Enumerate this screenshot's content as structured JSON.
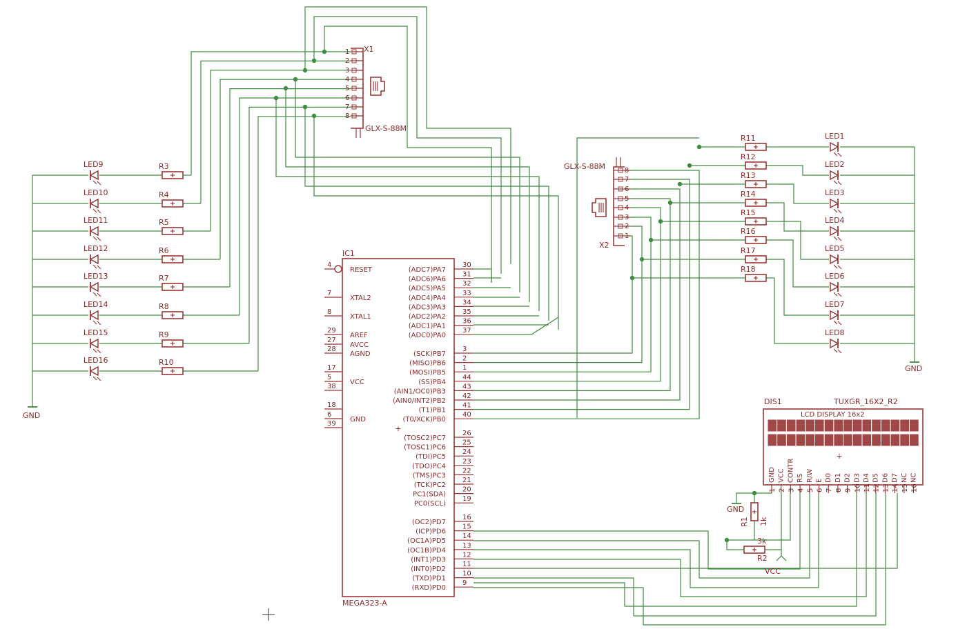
{
  "ic1": {
    "name": "IC1",
    "value": "MEGA323-A",
    "left_pins": [
      {
        "num": "4",
        "label": "RESET"
      },
      {
        "num": "7",
        "label": "XTAL2"
      },
      {
        "num": "8",
        "label": "XTAL1"
      },
      {
        "num": "29",
        "label": "AREF"
      },
      {
        "num": "27",
        "label": "AVCC"
      },
      {
        "num": "28",
        "label": "AGND"
      },
      {
        "num": "17",
        "label": ""
      },
      {
        "num": "5",
        "label": "VCC"
      },
      {
        "num": "38",
        "label": ""
      },
      {
        "num": "18",
        "label": ""
      },
      {
        "num": "6",
        "label": "GND"
      },
      {
        "num": "39",
        "label": ""
      }
    ],
    "right_pins": [
      {
        "num": "30",
        "label": "(ADC7)PA7"
      },
      {
        "num": "31",
        "label": "(ADC6)PA6"
      },
      {
        "num": "32",
        "label": "(ADC5)PA5"
      },
      {
        "num": "33",
        "label": "(ADC4)PA4"
      },
      {
        "num": "34",
        "label": "(ADC3)PA3"
      },
      {
        "num": "35",
        "label": "(ADC2)PA2"
      },
      {
        "num": "36",
        "label": "(ADC1)PA1"
      },
      {
        "num": "37",
        "label": "(ADC0)PA0"
      },
      {
        "num": "3",
        "label": "(SCK)PB7"
      },
      {
        "num": "2",
        "label": "(MISO)PB6"
      },
      {
        "num": "1",
        "label": "(MOSI)PB5"
      },
      {
        "num": "44",
        "label": "(SS)PB4"
      },
      {
        "num": "43",
        "label": "(AIN1/OC0)PB3"
      },
      {
        "num": "42",
        "label": "(AIN0/INT2)PB2"
      },
      {
        "num": "41",
        "label": "(T1)PB1"
      },
      {
        "num": "40",
        "label": "(T0/XCK)PB0"
      },
      {
        "num": "26",
        "label": "(TOSC2)PC7"
      },
      {
        "num": "25",
        "label": "(TOSC1)PC6"
      },
      {
        "num": "24",
        "label": "(TDI)PC5"
      },
      {
        "num": "23",
        "label": "(TDO)PC4"
      },
      {
        "num": "22",
        "label": "(TMS)PC3"
      },
      {
        "num": "21",
        "label": "(TCK)PC2"
      },
      {
        "num": "20",
        "label": "PC1(SDA)"
      },
      {
        "num": "19",
        "label": "PC0(SCL)"
      },
      {
        "num": "16",
        "label": "(OC2)PD7"
      },
      {
        "num": "15",
        "label": "(ICP)PD6"
      },
      {
        "num": "14",
        "label": "(OC1A)PD5"
      },
      {
        "num": "13",
        "label": "(OC1B)PD4"
      },
      {
        "num": "12",
        "label": "(INT1)PD3"
      },
      {
        "num": "11",
        "label": "(INT0)PD2"
      },
      {
        "num": "10",
        "label": "(TXD)PD1"
      },
      {
        "num": "9",
        "label": "(RXD)PD0"
      }
    ]
  },
  "x1": {
    "name": "X1",
    "value": "GLX-S-88M",
    "pins": [
      "1",
      "2",
      "3",
      "4",
      "5",
      "6",
      "7",
      "8"
    ]
  },
  "x2": {
    "name": "X2",
    "value": "GLX-S-88M",
    "pins": [
      "8",
      "7",
      "6",
      "5",
      "4",
      "3",
      "2",
      "1"
    ]
  },
  "left_leds": [
    "LED9",
    "LED10",
    "LED11",
    "LED12",
    "LED13",
    "LED14",
    "LED15",
    "LED16"
  ],
  "left_resistors": [
    "R3",
    "R4",
    "R5",
    "R6",
    "R7",
    "R8",
    "R9",
    "R10"
  ],
  "right_leds": [
    "LED1",
    "LED2",
    "LED3",
    "LED4",
    "LED5",
    "LED6",
    "LED7",
    "LED8"
  ],
  "right_resistors": [
    "R11",
    "R12",
    "R13",
    "R14",
    "R15",
    "R16",
    "R17",
    "R18"
  ],
  "gnd_label": "GND",
  "vcc_label": "VCC",
  "lcd": {
    "name": "DIS1",
    "value": "TUXGR_16X2_R2",
    "title": "LCD DISPLAY 16x2",
    "pin_labels": [
      "GND",
      "VCC",
      "CONTR",
      "RS",
      "R/W",
      "E",
      "D0",
      "D1",
      "D2",
      "D3",
      "D4",
      "D5",
      "D6",
      "D7",
      "NC",
      "NC"
    ],
    "pin_numbers": [
      "1",
      "2",
      "3",
      "4",
      "5",
      "6",
      "7",
      "8",
      "9",
      "10",
      "11",
      "12",
      "13",
      "14",
      "15",
      "16"
    ]
  },
  "r1": {
    "name": "R1",
    "value": "1k"
  },
  "r2": {
    "name": "R2",
    "value": "3k"
  },
  "colors": {
    "wire": "#3f8b3f",
    "part": "#9b3535",
    "text": "#8a2a2a",
    "lcd_fill": "#a04848"
  }
}
